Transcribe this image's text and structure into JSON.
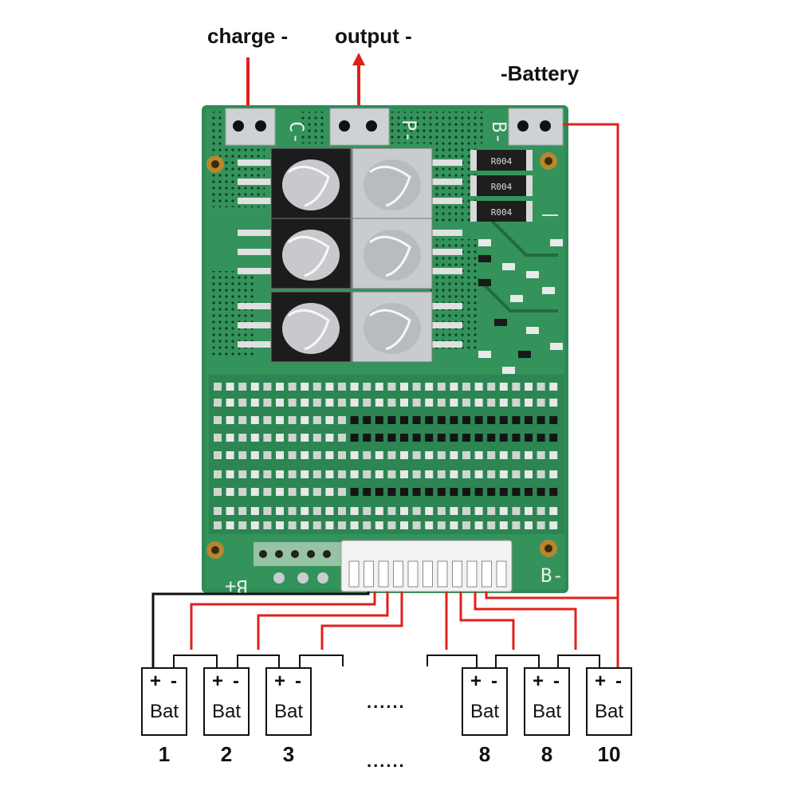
{
  "labels": {
    "charge": "charge -",
    "output": "output -",
    "battery": "-Battery"
  },
  "pcb": {
    "pad_c": "C-",
    "pad_p": "P-",
    "pad_b": "B-",
    "b_plus": "B+",
    "b_minus": "B-",
    "resistor_code": "R004"
  },
  "battery_cell": {
    "plus": "+",
    "minus": "-",
    "name": "Bat"
  },
  "cells": [
    {
      "number": "1"
    },
    {
      "number": "2"
    },
    {
      "number": "3"
    },
    {
      "number": "8"
    },
    {
      "number": "8"
    },
    {
      "number": "10"
    }
  ],
  "ellipsis": "......",
  "colors": {
    "wire_red": "#e0201c",
    "wire_black": "#111111",
    "pcb_green": "#2f8a55",
    "pad_silver": "#cfd2d4",
    "heatsink": "#c8cccf",
    "mosfet_dark": "#1c1c1c"
  }
}
